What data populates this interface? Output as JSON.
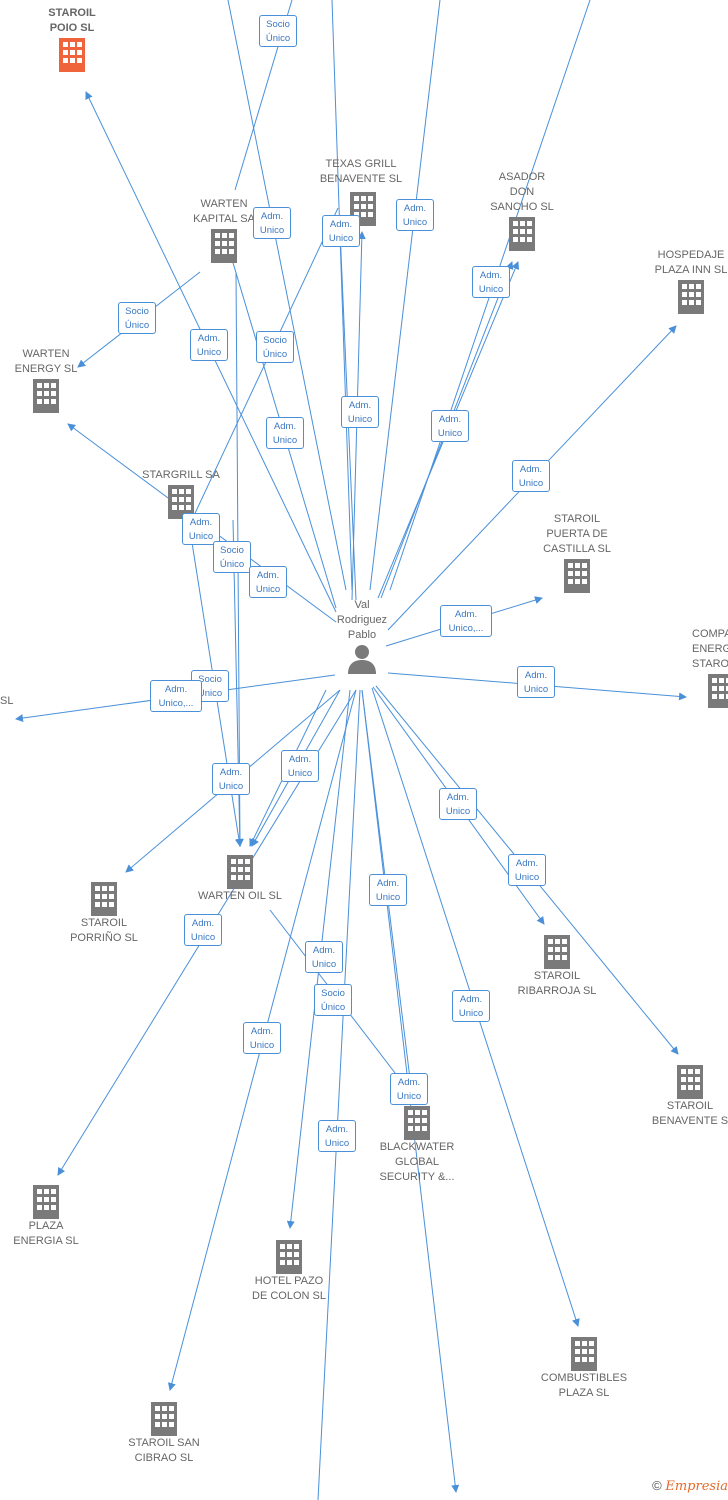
{
  "center": {
    "name": "Val\nRodriguez\nPablo"
  },
  "nodes": {
    "staroil_poio": "STAROIL\nPOIO  SL",
    "texas_grill": "TEXAS GRILL\nBENAVENTE  SL",
    "asador_don_sancho": "ASADOR\nDON\nSANCHO  SL",
    "warten_kapital": "WARTEN\nKAPITAL SA",
    "hospedaje_plaza_inn": "HOSPEDAJE\nPLAZA INN SL",
    "warten_energy": "WARTEN\nENERGY  SL",
    "stargrill": "STARGRILL SA",
    "staroil_puerta_castilla": "STAROIL\nPUERTA DE\nCASTILLA  SL",
    "compania_energetica_staroil": "COMPA\nENERGE\nSTAROI",
    "left_sl": "SL",
    "warten_oil": "WARTEN OIL  SL",
    "staroil_porrino": "STAROIL\nPORRIÑO  SL",
    "staroil_ribarroja": "STAROIL\nRIBARROJA  SL",
    "staroil_benavente": "STAROIL\nBENAVENTE  S",
    "blackwater": "BLACKWATER\nGLOBAL\nSECURITY &...",
    "plaza_energia": "PLAZA\nENERGIA SL",
    "hotel_pazo_colon": "HOTEL PAZO\nDE COLON  SL",
    "combustibles_plaza": "COMBUSTIBLES\nPLAZA SL",
    "staroil_san_cibrao": "STAROIL SAN\nCIBRAO  SL"
  },
  "edge_labels": [
    "Socio\nÚnico",
    "Adm.\nUnico",
    "Adm.\nUnico",
    "Adm.\nUnico",
    "Adm.\nUnico",
    "Socio\nÚnico",
    "Adm.\nUnico",
    "Socio\nÚnico",
    "Adm.\nUnico",
    "Adm.\nUnico",
    "Adm.\nUnico",
    "Adm.\nUnico",
    "Adm.\nUnico",
    "Socio\nÚnico",
    "Adm.\nUnico",
    "Adm.\nUnico,...",
    "Socio\nÚnico",
    "Adm.\nUnico,...",
    "Adm.\nUnico",
    "Adm.\nUnico",
    "Adm.\nUnico",
    "Adm.\nUnico",
    "Adm.\nUnico",
    "Adm.\nUnico",
    "Adm.\nUnico",
    "Adm.\nUnico",
    "Socio\nÚnico",
    "Adm.\nUnico",
    "Adm.\nUnico",
    "Adm.\nUnico",
    "Adm.\nUnico"
  ],
  "colors": {
    "edge": "#4a90d9",
    "building": "#7a7a7a",
    "highlight": "#f0643c",
    "label_text": "#666666"
  },
  "footer": {
    "copyright": "©",
    "brand": "Empresia"
  }
}
